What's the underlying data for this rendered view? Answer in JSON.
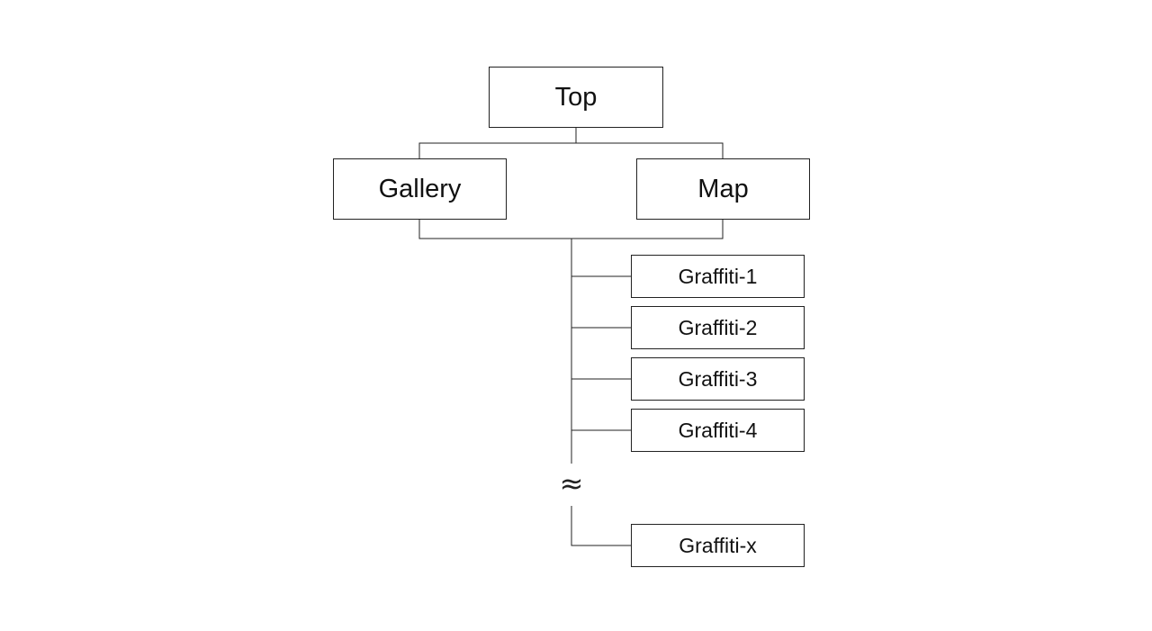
{
  "diagram": {
    "root": {
      "label": "Top"
    },
    "level1": [
      {
        "label": "Gallery"
      },
      {
        "label": "Map"
      }
    ],
    "pages": [
      {
        "label": "Graffiti-1"
      },
      {
        "label": "Graffiti-2"
      },
      {
        "label": "Graffiti-3"
      },
      {
        "label": "Graffiti-4"
      }
    ],
    "continuation_symbol": "≈",
    "last_page": {
      "label": "Graffiti-x"
    }
  }
}
